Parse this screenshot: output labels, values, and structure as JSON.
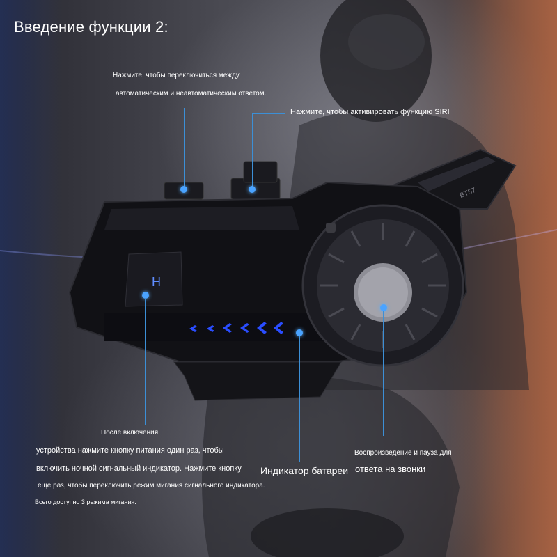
{
  "title": "Введение функции 2:",
  "callouts": {
    "auto_answer": {
      "line1": "Нажмите, чтобы переключиться между",
      "line2": "автоматическим и неавтоматическим ответом."
    },
    "siri": {
      "text": "Нажмите, чтобы активировать функцию SIRI"
    },
    "power": {
      "line1": "После включения",
      "line2": "устройства нажмите кнопку питания один раз, чтобы",
      "line3": "включить ночной сигнальный индикатор. Нажмите кнопку",
      "line4": "ещё раз, чтобы переключить режим мигания сигнального индикатора.",
      "line5": "Всего доступно 3 режима мигания."
    },
    "battery": {
      "text": "Индикатор батареи"
    },
    "playback": {
      "line1": "Воспроизведение и пауза для",
      "line2": "ответа на звонки"
    }
  },
  "device": {
    "model": "BT57",
    "panel_letter": "H"
  },
  "colors": {
    "accent": "#3c8fd6",
    "led": "#2a4dff"
  }
}
